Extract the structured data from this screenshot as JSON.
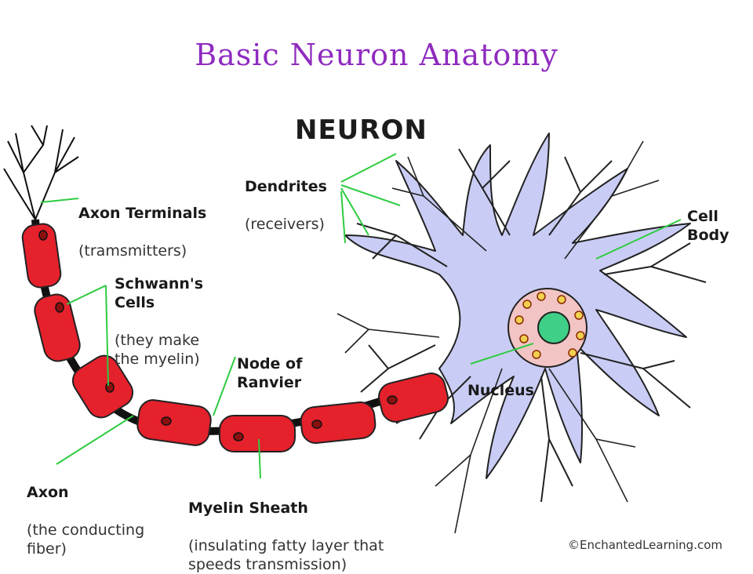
{
  "title": "Basic Neuron Anatomy",
  "diagram": {
    "heading": "NEURON",
    "credit": "©EnchantedLearning.com",
    "colors": {
      "title": "#8f2bbf",
      "cell_body": "#c9cdf5",
      "outline": "#222222",
      "myelin": "#e5212c",
      "nucleus_outer": "#f2c4c4",
      "nucleolus": "#3fcf86",
      "leader_line": "#2ecc40"
    },
    "labels": {
      "dendrites": {
        "name": "Dendrites",
        "note": "(receivers)"
      },
      "axon_terminals": {
        "name": "Axon Terminals",
        "note": "(tramsmitters)"
      },
      "schwann": {
        "name": "Schwann's\nCells",
        "note": "(they make\nthe myelin)"
      },
      "node": {
        "name": "Node of\nRanvier"
      },
      "cell_body": {
        "name": "Cell\nBody"
      },
      "nucleus": {
        "name": "Nucleus"
      },
      "axon": {
        "name": "Axon",
        "note": "(the conducting\nfiber)"
      },
      "myelin": {
        "name": "Myelin Sheath",
        "note": "(insulating fatty layer that\nspeeds transmission)"
      }
    }
  }
}
